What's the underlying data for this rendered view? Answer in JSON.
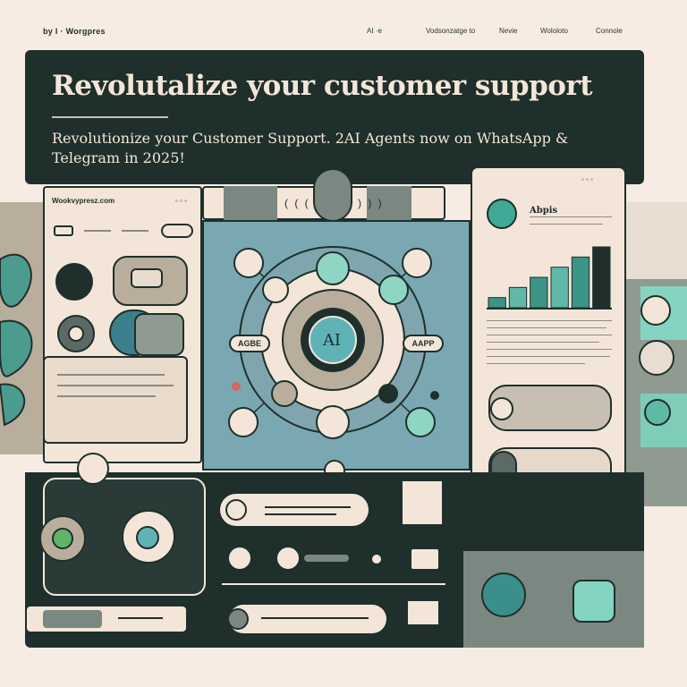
{
  "nav": {
    "brand": "by I · Worgpres",
    "links": [
      "AI ·e",
      "Vodsonzatge to",
      "Nevie",
      "Wololoto",
      "Connole"
    ]
  },
  "hero": {
    "title": "Revolutalize your customer  support",
    "subtitle": "Revolutionize your Customer Support.  2AI Agents now on WhatsApp & Telegram      in 2025!"
  },
  "left_window": {
    "title": "Wookvypresz.com"
  },
  "hub": {
    "center_label": "AI",
    "left_badge": "AGBE",
    "right_badge": "AAPP"
  },
  "phone": {
    "title": "Abpis",
    "chart_data": {
      "type": "bar",
      "values": [
        1,
        2,
        3,
        4,
        5,
        6
      ]
    }
  },
  "colors": {
    "dark": "#1f2f2b",
    "cream": "#f3e6d8",
    "teal": "#79a8b3",
    "mint": "#83d4c1",
    "grey": "#7b8781"
  }
}
